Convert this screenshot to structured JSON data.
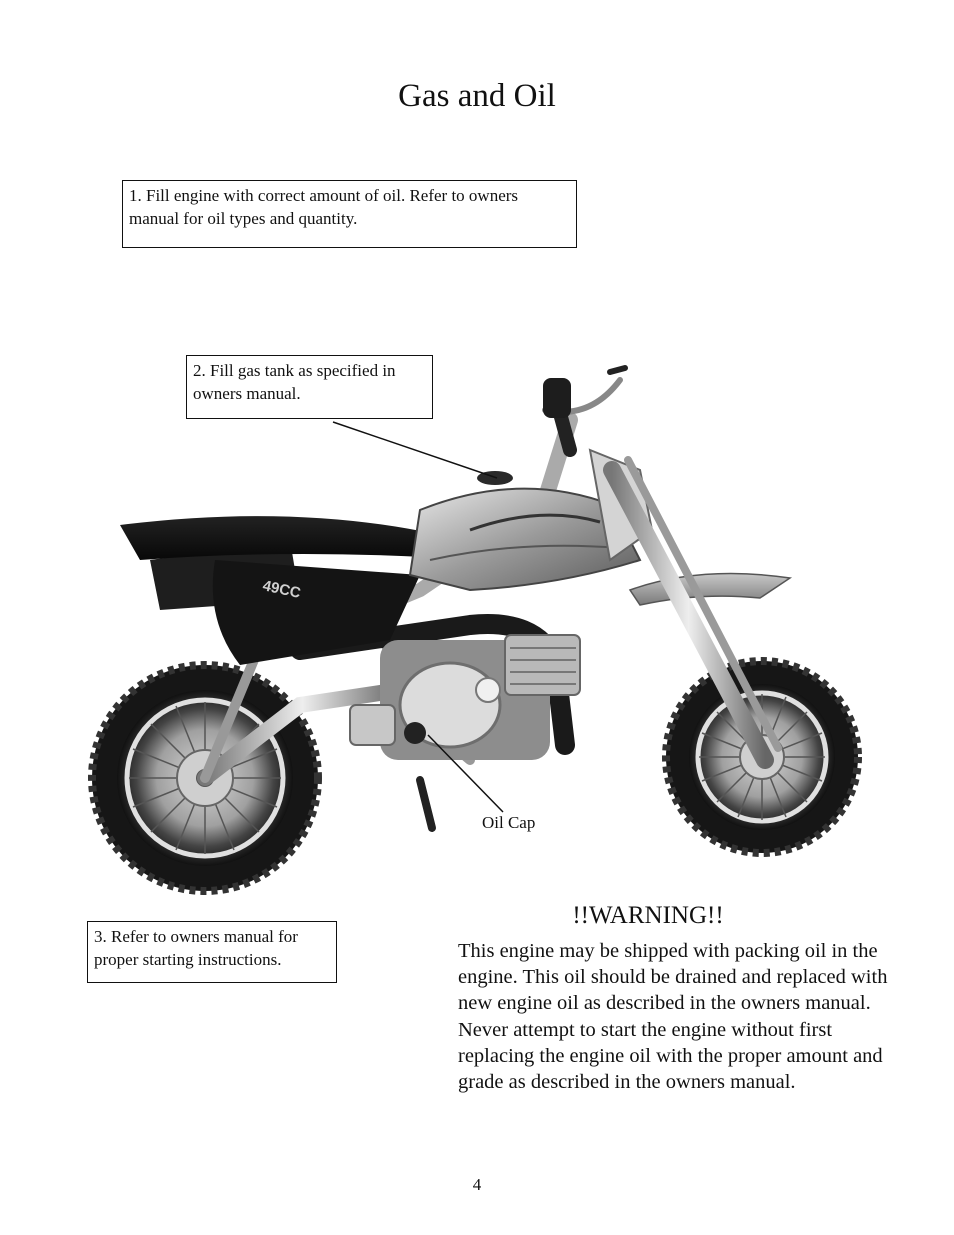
{
  "page": {
    "title": "Gas and Oil",
    "page_number": "4"
  },
  "callouts": {
    "step1": "1. Fill engine with correct amount of oil. Refer to owners manual for oil types and quantity.",
    "step2": "2. Fill gas tank as specified in owners manual.",
    "step3": "3. Refer to owners manual for proper starting instructions.",
    "oil_cap": "Oil Cap"
  },
  "bike_graphics": {
    "model_badge": "49CC"
  },
  "warning": {
    "title": "!!WARNING!!",
    "body": "This engine may be shipped with packing oil in the engine. This oil should be drained and replaced with new engine oil as described in the owners manual. Never attempt to start the engine without first replacing the engine oil with the proper amount and grade as described in the owners manual."
  }
}
